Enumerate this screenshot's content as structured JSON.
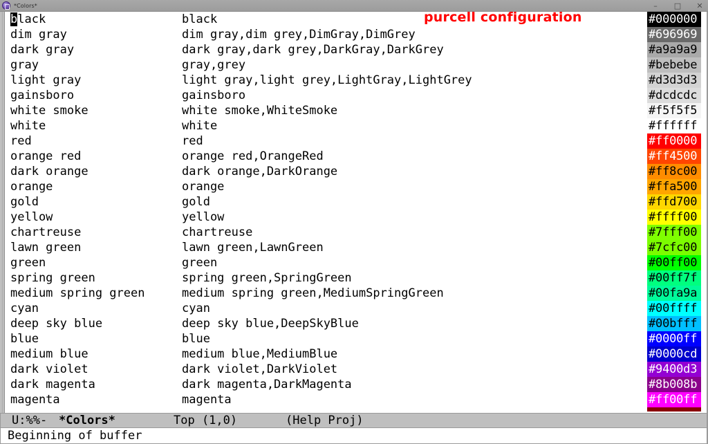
{
  "window": {
    "app_icon": "emacs-icon",
    "title": "*Colors*",
    "minimize_label": "–",
    "maximize_label": "□",
    "close_label": "✕"
  },
  "annotation": {
    "text": "purcell configuration",
    "color": "#ff0000"
  },
  "buffer": {
    "name": "*Colors*",
    "cursor_char": "b",
    "rows": [
      {
        "name": "black",
        "name_rest": "lack",
        "aliases": "black",
        "hex": "#000000",
        "fg": "#ffffff"
      },
      {
        "name": "dim gray",
        "aliases": "dim gray,dim grey,DimGray,DimGrey",
        "hex": "#696969",
        "fg": "#ffffff"
      },
      {
        "name": "dark gray",
        "aliases": "dark gray,dark grey,DarkGray,DarkGrey",
        "hex": "#a9a9a9",
        "fg": "#000000"
      },
      {
        "name": "gray",
        "aliases": "gray,grey",
        "hex": "#bebebe",
        "fg": "#000000"
      },
      {
        "name": "light gray",
        "aliases": "light gray,light grey,LightGray,LightGrey",
        "hex": "#d3d3d3",
        "fg": "#000000"
      },
      {
        "name": "gainsboro",
        "aliases": "gainsboro",
        "hex": "#dcdcdc",
        "fg": "#000000"
      },
      {
        "name": "white smoke",
        "aliases": "white smoke,WhiteSmoke",
        "hex": "#f5f5f5",
        "fg": "#000000"
      },
      {
        "name": "white",
        "aliases": "white",
        "hex": "#ffffff",
        "fg": "#000000"
      },
      {
        "name": "red",
        "aliases": "red",
        "hex": "#ff0000",
        "fg": "#ffffff"
      },
      {
        "name": "orange red",
        "aliases": "orange red,OrangeRed",
        "hex": "#ff4500",
        "fg": "#ffffff"
      },
      {
        "name": "dark orange",
        "aliases": "dark orange,DarkOrange",
        "hex": "#ff8c00",
        "fg": "#000000"
      },
      {
        "name": "orange",
        "aliases": "orange",
        "hex": "#ffa500",
        "fg": "#000000"
      },
      {
        "name": "gold",
        "aliases": "gold",
        "hex": "#ffd700",
        "fg": "#000000"
      },
      {
        "name": "yellow",
        "aliases": "yellow",
        "hex": "#ffff00",
        "fg": "#000000"
      },
      {
        "name": "chartreuse",
        "aliases": "chartreuse",
        "hex": "#7fff00",
        "fg": "#000000"
      },
      {
        "name": "lawn green",
        "aliases": "lawn green,LawnGreen",
        "hex": "#7cfc00",
        "fg": "#000000"
      },
      {
        "name": "green",
        "aliases": "green",
        "hex": "#00ff00",
        "fg": "#000000"
      },
      {
        "name": "spring green",
        "aliases": "spring green,SpringGreen",
        "hex": "#00ff7f",
        "fg": "#000000"
      },
      {
        "name": "medium spring green",
        "aliases": "medium spring green,MediumSpringGreen",
        "hex": "#00fa9a",
        "fg": "#000000"
      },
      {
        "name": "cyan",
        "aliases": "cyan",
        "hex": "#00ffff",
        "fg": "#000000"
      },
      {
        "name": "deep sky blue",
        "aliases": "deep sky blue,DeepSkyBlue",
        "hex": "#00bfff",
        "fg": "#000000"
      },
      {
        "name": "blue",
        "aliases": "blue",
        "hex": "#0000ff",
        "fg": "#ffffff"
      },
      {
        "name": "medium blue",
        "aliases": "medium blue,MediumBlue",
        "hex": "#0000cd",
        "fg": "#ffffff"
      },
      {
        "name": "dark violet",
        "aliases": "dark violet,DarkViolet",
        "hex": "#9400d3",
        "fg": "#ffffff"
      },
      {
        "name": "dark magenta",
        "aliases": "dark magenta,DarkMagenta",
        "hex": "#8b008b",
        "fg": "#ffffff"
      },
      {
        "name": "magenta",
        "aliases": "magenta",
        "hex": "#ff00ff",
        "fg": "#ffffff"
      },
      {
        "name": "",
        "aliases": "",
        "hex": "#8b0000",
        "fg": "#ffffff",
        "partial": true
      }
    ]
  },
  "mode_line": {
    "status": "U:%%-",
    "buffer": "*Colors*",
    "position": "Top (1,0)",
    "modes": "(Help Proj)"
  },
  "echo_area": {
    "message": "Beginning of buffer"
  }
}
